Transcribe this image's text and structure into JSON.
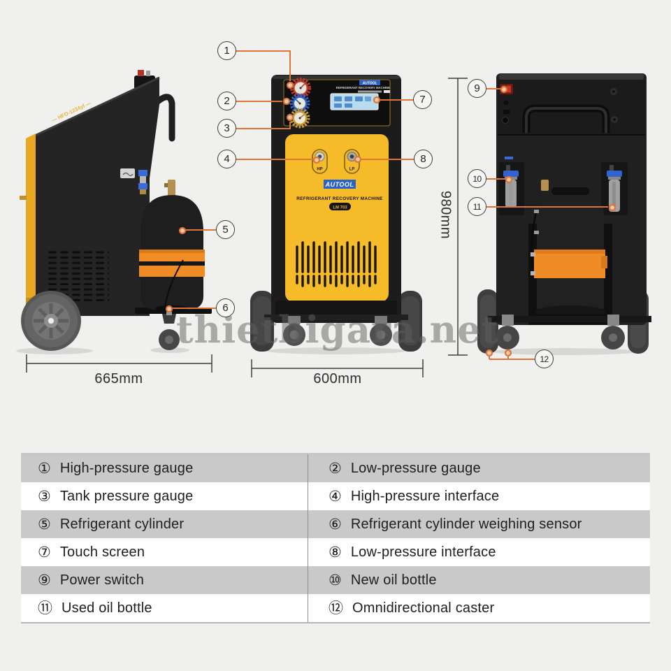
{
  "watermark": "thietbigara.net",
  "callouts": [
    "1",
    "2",
    "3",
    "4",
    "5",
    "6",
    "7",
    "8",
    "9",
    "10",
    "11",
    "12"
  ],
  "views": {
    "side": {
      "dimension_label": "665mm",
      "slant_label": "— HFO-1234yf —"
    },
    "front": {
      "dimension_label": "600mm",
      "brand": "AUTOOL",
      "machine_name": "REFRIGERANT RECOVERY MACHINE",
      "model": "LM 703",
      "hp_label": "HP",
      "lp_label": "LP"
    },
    "back": {
      "dimension_label": "980mm"
    }
  },
  "legend": {
    "rows": [
      {
        "left_num": "①",
        "left_label": "High-pressure gauge",
        "right_num": "②",
        "right_label": "Low-pressure gauge"
      },
      {
        "left_num": "③",
        "left_label": "Tank pressure gauge",
        "right_num": "④",
        "right_label": "High-pressure interface"
      },
      {
        "left_num": "⑤",
        "left_label": "Refrigerant cylinder",
        "right_num": "⑥",
        "right_label": "Refrigerant cylinder weighing sensor"
      },
      {
        "left_num": "⑦",
        "left_label": "Touch screen",
        "right_num": "⑧",
        "right_label": "Low-pressure interface"
      },
      {
        "left_num": "⑨",
        "left_label": "Power switch",
        "right_num": "⑩",
        "right_label": "New oil bottle"
      },
      {
        "left_num": "⑪",
        "left_label": "Used oil bottle",
        "right_num": "⑫",
        "right_label": "Omnidirectional caster"
      }
    ]
  }
}
